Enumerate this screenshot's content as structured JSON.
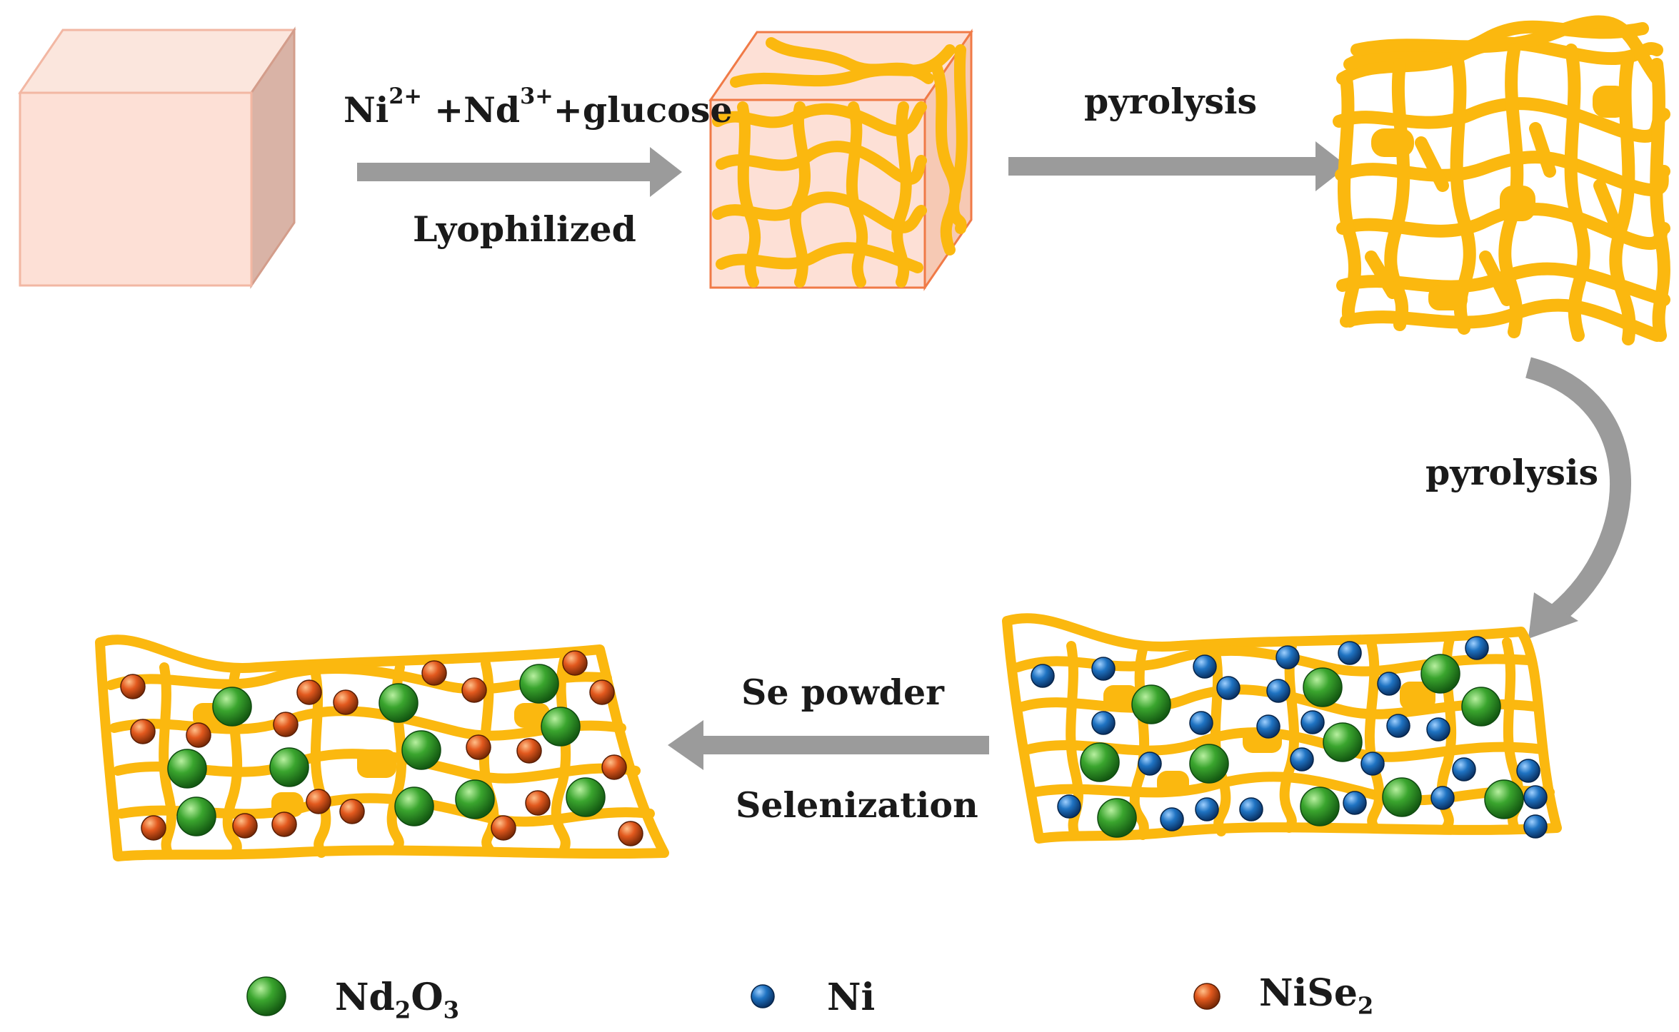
{
  "steps": {
    "step1": {
      "ions": {
        "ni": "Ni",
        "ni_charge": "2+",
        "nd": "+Nd",
        "nd_charge": "3+",
        "rest": "+glucose"
      },
      "below": "Lyophilized"
    },
    "step2": {
      "above": "pyrolysis"
    },
    "step3": {
      "label": "pyrolysis"
    },
    "step4": {
      "above": "Se powder",
      "below": "Selenization"
    }
  },
  "legend": {
    "nd2o3": {
      "a": "Nd",
      "sub1": "2",
      "b": "O",
      "sub2": "3"
    },
    "ni": {
      "label": "Ni"
    },
    "nise2": {
      "a": "NiSe",
      "sub": "2"
    }
  },
  "colors": {
    "gel_cube": "#fde0d6",
    "framework": "#fbb80f",
    "arrow": "#9b9b9b",
    "nd2o3_particle": "#3aa52e",
    "ni_particle": "#1f73c2",
    "nise2_particle": "#e2591e"
  }
}
